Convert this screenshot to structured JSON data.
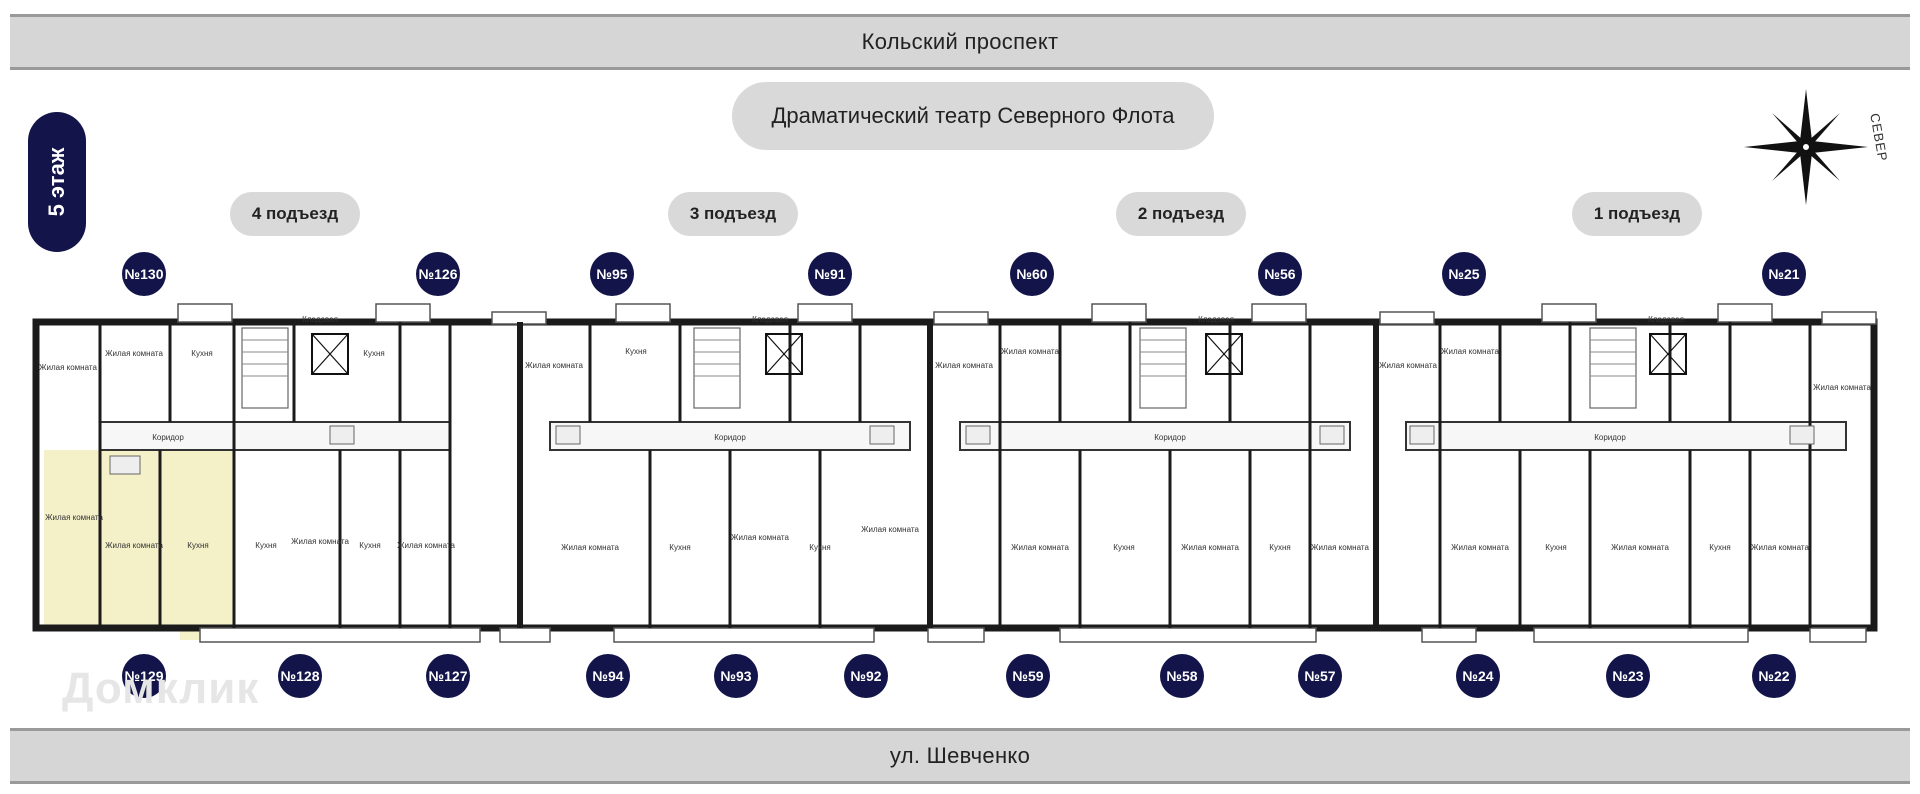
{
  "streets": {
    "top": "Кольский проспект",
    "bottom": "ул. Шевченко"
  },
  "landmark": "Драматический театр Северного Флота",
  "floor_label": "5 этаж",
  "compass_label": "СЕВЕР",
  "entrances": [
    "4 подъезд",
    "3 подъезд",
    "2 подъезд",
    "1 подъезд"
  ],
  "apartments_top": [
    "№130",
    "№126",
    "№95",
    "№91",
    "№60",
    "№56",
    "№25",
    "№21"
  ],
  "apartments_bottom": [
    "№129",
    "№128",
    "№127",
    "№94",
    "№93",
    "№92",
    "№59",
    "№58",
    "№57",
    "№24",
    "№23",
    "№22"
  ],
  "highlight_apartment": "№129",
  "watermark": "Домклик",
  "room_labels": {
    "living": "Жилая комната",
    "kitchen": "Кухня",
    "corridor": "Коридор",
    "storage": "Кладовая"
  },
  "colors": {
    "dark": "#13154a",
    "highlight": "#f4f1c9",
    "wall": "#1b1b1b",
    "road": "#d6d6d6"
  }
}
